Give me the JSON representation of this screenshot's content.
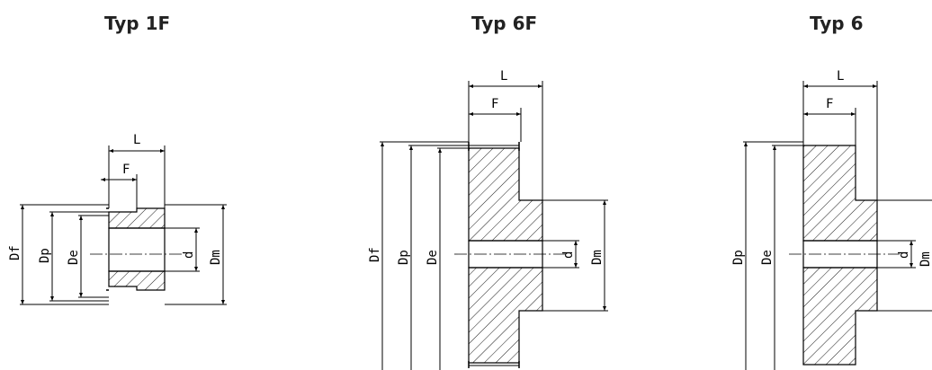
{
  "titles": {
    "typ_1f": "Typ 1F",
    "typ_6f": "Typ 6F",
    "typ_6": "Typ 6"
  },
  "labels": {
    "L": "L",
    "F": "F",
    "Df": "Df",
    "Dp": "Dp",
    "De": "De",
    "d": "d",
    "Dm": "Dm"
  }
}
